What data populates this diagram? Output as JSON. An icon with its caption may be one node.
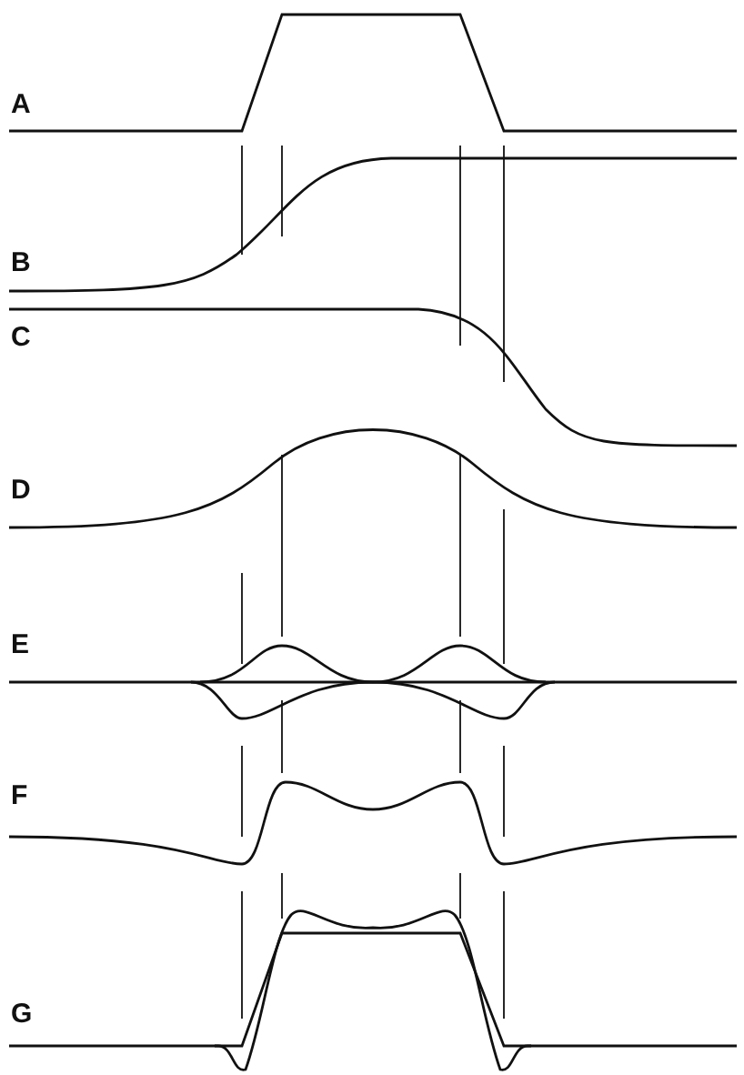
{
  "diagram": {
    "labels": [
      "A",
      "B",
      "C",
      "D",
      "E",
      "F",
      "G"
    ]
  }
}
